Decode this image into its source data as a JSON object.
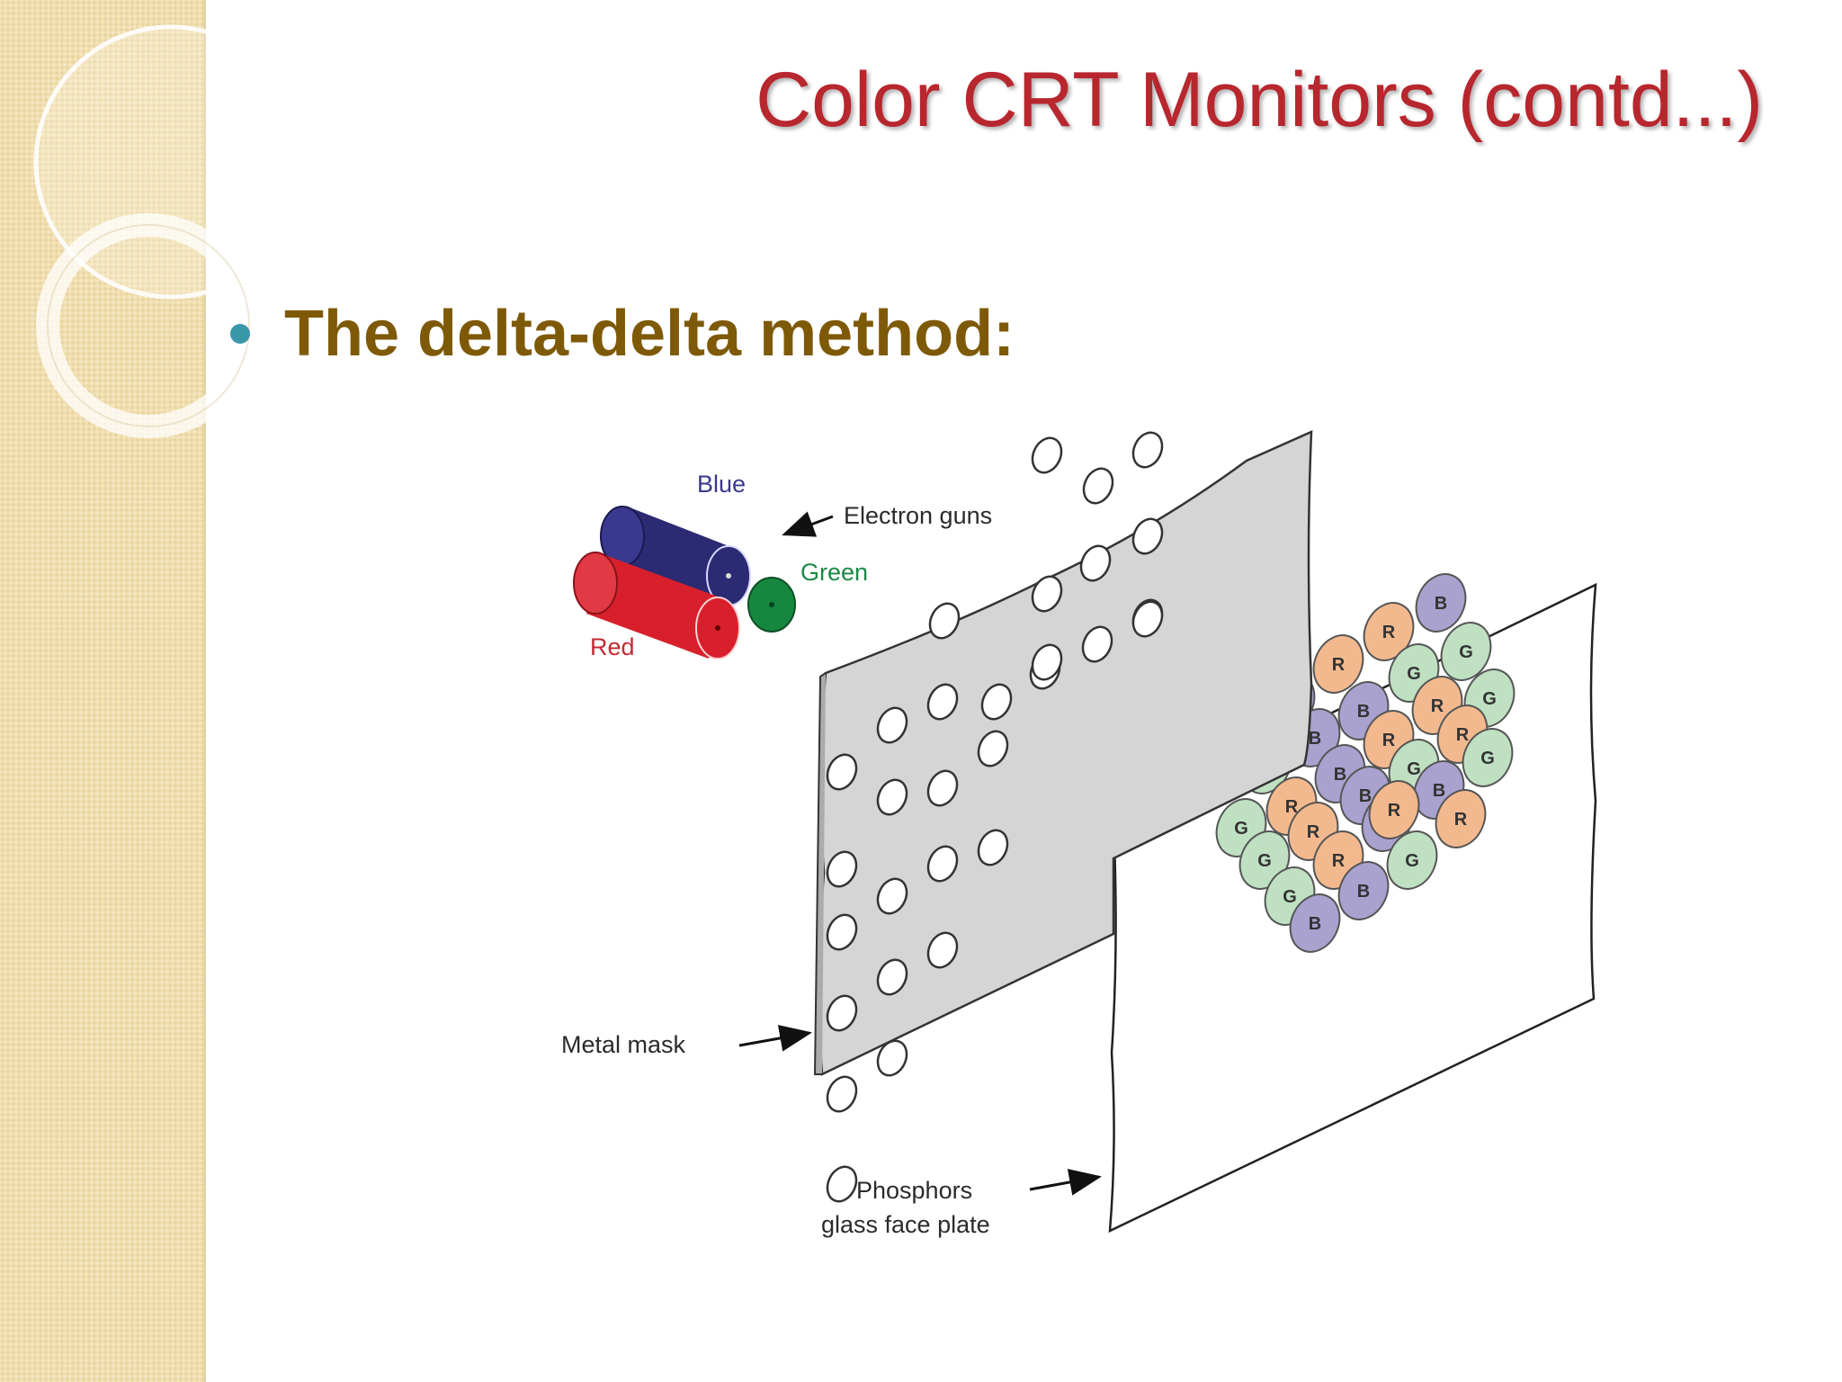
{
  "slide": {
    "title": "Color CRT Monitors (contd...)",
    "bullet": "The delta-delta method:"
  },
  "diagram": {
    "gun_labels": {
      "blue": "Blue",
      "green": "Green",
      "red": "Red"
    },
    "callouts": {
      "electron_guns": "Electron guns",
      "metal_mask": "Metal mask",
      "phosphors_line1": "Phosphors",
      "phosphors_line2": "glass face plate"
    },
    "phosphor_dots": [
      "B",
      "R",
      "G",
      "R",
      "G",
      "G",
      "B",
      "B",
      "R",
      "B",
      "R",
      "R",
      "G",
      "B",
      "G",
      "G",
      "R",
      "B",
      "B",
      "G",
      "R",
      "B",
      "R",
      "G",
      "R",
      "G",
      "G",
      "B",
      "B",
      "R"
    ],
    "colors": {
      "blue_gun": "#2b2a72",
      "red_gun": "#d8202c",
      "green_gun": "#17863f",
      "mask": "#d5d5d5",
      "phosphor_R": "#f3b98e",
      "phosphor_G": "#bfe1c2",
      "phosphor_B": "#a9a2cf"
    }
  }
}
